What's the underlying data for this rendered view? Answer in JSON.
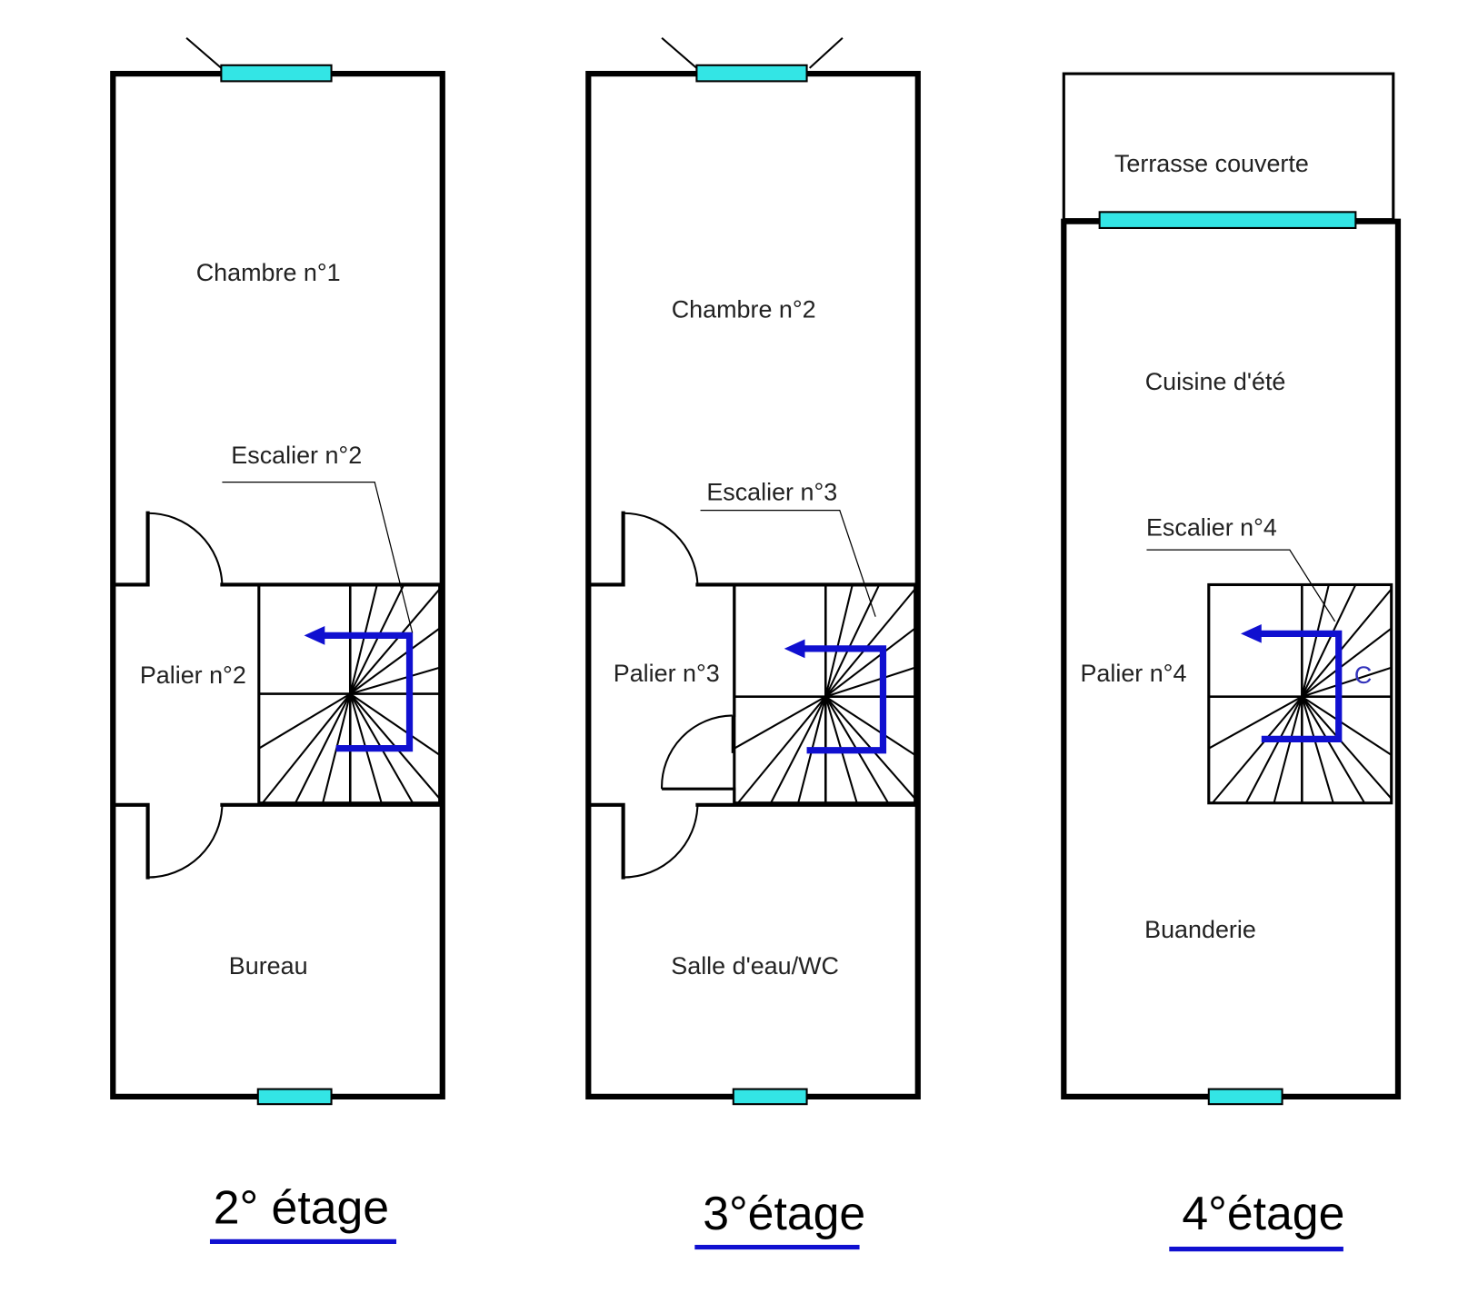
{
  "colors": {
    "window": "#33e5e5",
    "stair_path": "#1010d0",
    "underline": "#1010d0"
  },
  "plans": [
    {
      "floor_label": "2° étage",
      "rooms": {
        "top": "Chambre n°1",
        "stair": "Escalier n°2",
        "landing": "Palier n°2",
        "bottom": "Bureau"
      }
    },
    {
      "floor_label": "3°étage",
      "rooms": {
        "top": "Chambre n°2",
        "stair": "Escalier n°3",
        "landing": "Palier n°3",
        "bottom": "Salle d'eau/WC"
      }
    },
    {
      "floor_label": "4°étage",
      "rooms": {
        "terrace": "Terrasse couverte",
        "top": "Cuisine d'été",
        "stair": "Escalier n°4",
        "landing": "Palier n°4",
        "bottom": "Buanderie",
        "stair_mark": "C"
      }
    }
  ]
}
